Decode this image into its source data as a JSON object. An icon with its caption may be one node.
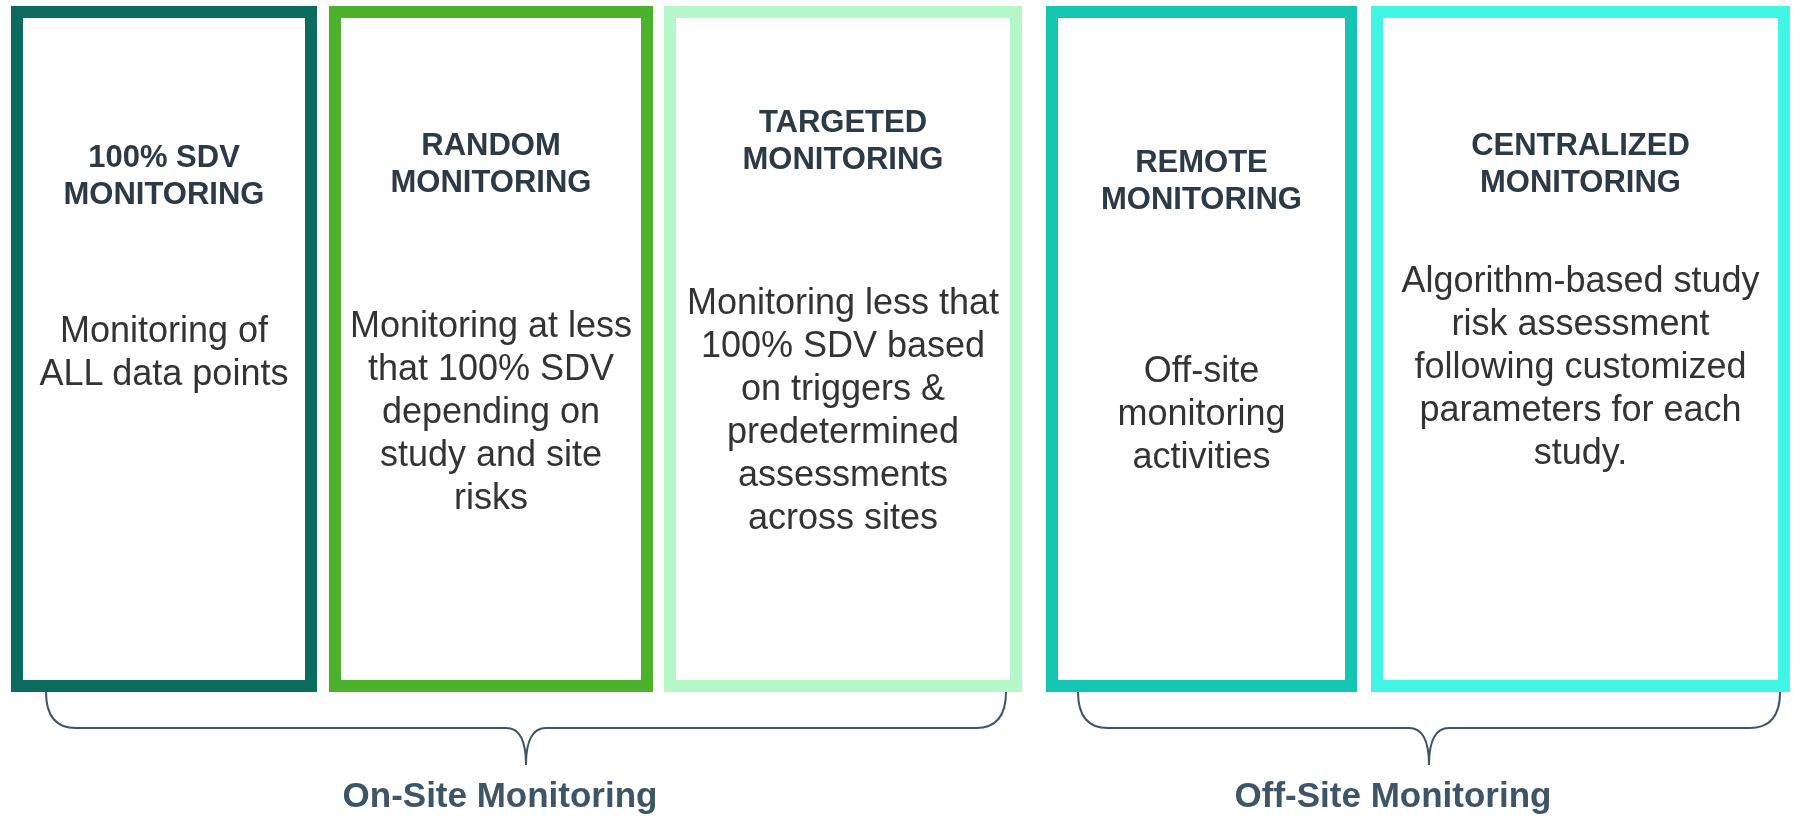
{
  "diagram": {
    "nodes": [
      {
        "text": [
          "100% SDV MONITORING",
          "Monitoring of ALL data points"
        ]
      },
      {
        "text": [
          "RANDOM MONITORING",
          "Monitoring at less that 100% SDV depending on study and site risks"
        ]
      },
      {
        "text": [
          "TARGETED MONITORING",
          "Monitoring less that 100% SDV based on triggers & predetermined assessments across sites"
        ]
      },
      {
        "text": [
          "REMOTE MONITORING",
          "Off-site monitoring activities"
        ]
      },
      {
        "text": [
          "CENTRALIZED MONITORING",
          "Algorithm-based study risk assessment following customized parameters for each study."
        ]
      }
    ],
    "labels": [
      "On-Site Monitoring",
      "Off-Site Monitoring"
    ]
  }
}
